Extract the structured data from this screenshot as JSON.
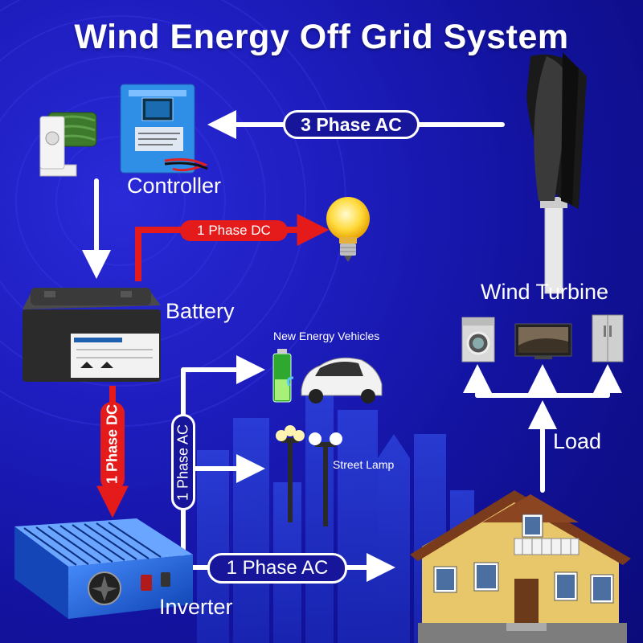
{
  "title": "Wind Energy Off Grid System",
  "components": {
    "controller": "Controller",
    "battery": "Battery",
    "inverter": "Inverter",
    "wind_turbine": "Wind Turbine",
    "new_energy_vehicles": "New Energy Vehicles",
    "street_lamp": "Street Lamp",
    "load": "Load"
  },
  "connections": {
    "turbine_to_controller": "3  Phase AC",
    "battery_to_bulb": "1 Phase DC",
    "battery_to_inverter": "1 Phase DC",
    "inverter_branch": "1 Phase AC",
    "inverter_to_house": "1 Phase AC"
  },
  "colors": {
    "background": "#1313a0",
    "ac_line": "#ffffff",
    "dc_line": "#e51a1a"
  }
}
